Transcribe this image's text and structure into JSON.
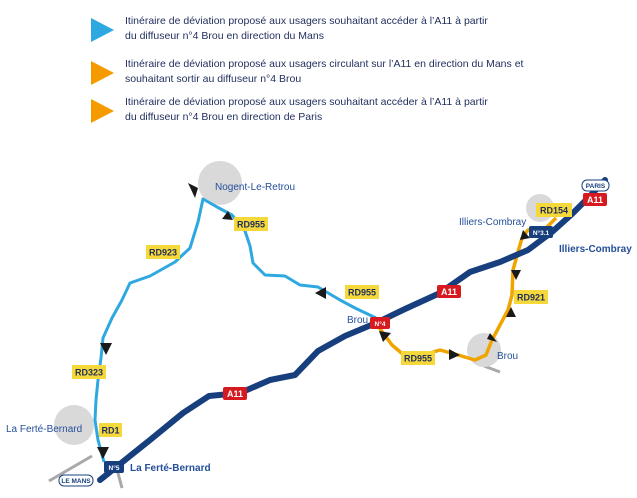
{
  "legend": [
    {
      "text_line1": "Itinéraire de déviation proposé aux usagers souhaitant accéder à l’A11 à partir",
      "text_line2": "du diffuseur n°4 Brou en direction du Mans",
      "color": "#2ea8e0"
    },
    {
      "text_line1": "Itinéraire de déviation proposé aux usagers circulant sur l’A11 en direction du Mans et",
      "text_line2": "souhaitant sortir au diffuseur n°4 Brou",
      "color": "#f59b00"
    },
    {
      "text_line1": "Itinéraire de déviation proposé aux usagers souhaitant accéder à l’A11 à partir",
      "text_line2": "du diffuseur n°4 Brou en direction de Paris",
      "color": "#f59b00"
    }
  ],
  "colors": {
    "motorway": "#173f7d",
    "route_blue": "#2ea8e0",
    "route_orange": "#f0a400",
    "road_label_bg": "#f5d93a",
    "motorway_label_bg": "#d71920",
    "town_circle": "#d9d9da",
    "text_blue": "#244f9a"
  },
  "map": {
    "towns": {
      "nogent": "Nogent-Le-Retrou",
      "illiers": "Illiers-Combray",
      "brou": "Brou",
      "brou_exit": "Brou",
      "ferte": "La Ferté-Bernard",
      "ferte_exit": "La Ferté-Bernard",
      "illiers_exit": "Illiers-Combray"
    },
    "roads": {
      "rd923": "RD923",
      "rd955_top": "RD955",
      "rd955_mid": "RD955",
      "rd955_low": "RD955",
      "rd323": "RD323",
      "rd1": "RD1",
      "rd154": "RD154",
      "rd921": "RD921"
    },
    "motorway_labels": {
      "a11_left": "A11",
      "a11_mid": "A11",
      "a11_top": "A11"
    },
    "exits": {
      "n4": "N°4",
      "n5": "N°5",
      "n3_1": "N°3.1"
    },
    "direction_signs": {
      "paris": "PARIS",
      "le_mans": "LE MANS"
    }
  }
}
